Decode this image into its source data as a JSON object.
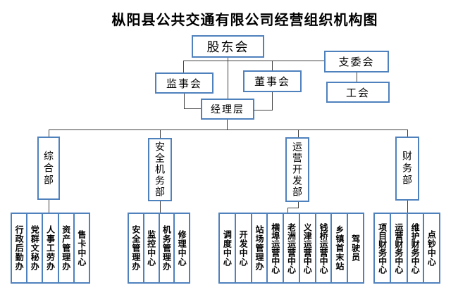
{
  "title": "枞阳县公共交通有限公司经营组织机构图",
  "colors": {
    "box_border": "#4F81BD",
    "connector_line": "#404040",
    "text": "#000000",
    "background": "#FFFFFF"
  },
  "nodes": {
    "shareholders": "股东会",
    "supervisory_board": "监事会",
    "board_of_directors": "董事会",
    "branch_committee": "支委会",
    "labor_union": "工会",
    "management": "经理层"
  },
  "departments": {
    "general": "综合部",
    "safety_mechanical": "安全机务部",
    "operations_development": "运营开发部",
    "finance": "财务部"
  },
  "offices": {
    "general": [
      "行政后勤办",
      "党群文秘办",
      "人事工劳办",
      "资产管理办",
      "售卡中心"
    ],
    "safety_mechanical": [
      "安全管理办",
      "监控中心",
      "机务管理办",
      "修理中心"
    ],
    "operations_development": [
      "调度中心",
      "开发中心",
      "站场管理办",
      "横埠运营中心",
      "老洲运营中心",
      "义津运营中心",
      "钱桥运营中心",
      "乡镇首末站",
      "驾驶员"
    ],
    "finance": [
      "项目财务中心",
      "运营财务中心",
      "维护财务中心",
      "点钞中心"
    ]
  }
}
